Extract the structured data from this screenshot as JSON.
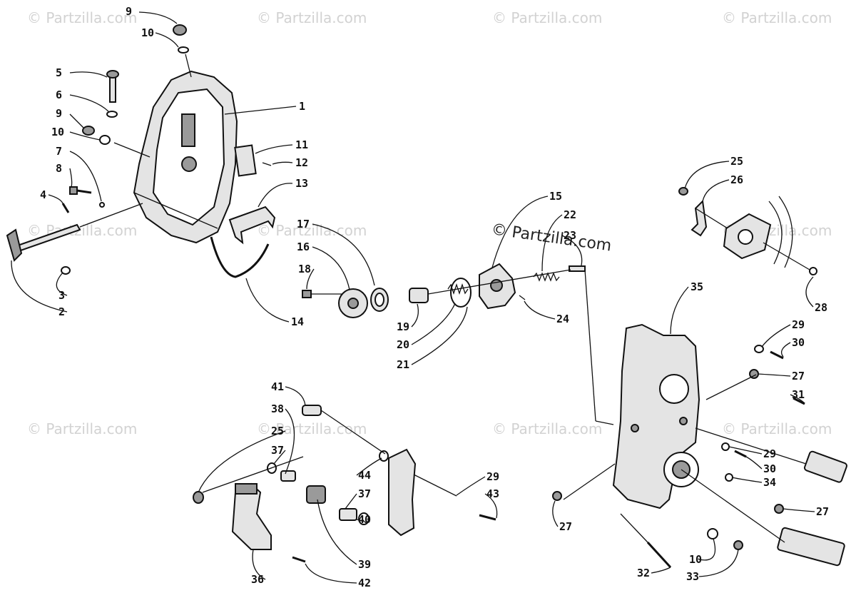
{
  "watermark": {
    "text": "© Partzilla.com",
    "center_text": "© Partzilla.com"
  },
  "labels": {
    "l1": "1",
    "l2": "2",
    "l3": "3",
    "l4": "4",
    "l5": "5",
    "l6": "6",
    "l7": "7",
    "l8": "8",
    "l9a": "9",
    "l9b": "9",
    "l10a": "10",
    "l10b": "10",
    "l10c": "10",
    "l11": "11",
    "l12": "12",
    "l13": "13",
    "l14": "14",
    "l15": "15",
    "l16": "16",
    "l17": "17",
    "l18": "18",
    "l19": "19",
    "l20": "20",
    "l21": "21",
    "l22": "22",
    "l23": "23",
    "l24": "24",
    "l25a": "25",
    "l25b": "25",
    "l26": "26",
    "l27a": "27",
    "l27b": "27",
    "l27c": "27",
    "l28": "28",
    "l29a": "29",
    "l29b": "29",
    "l29c": "29",
    "l30a": "30",
    "l30b": "30",
    "l31": "31",
    "l32": "32",
    "l33": "33",
    "l34": "34",
    "l35": "35",
    "l36": "36",
    "l37a": "37",
    "l37b": "37",
    "l38": "38",
    "l39": "39",
    "l40": "40",
    "l41": "41",
    "l42": "42",
    "l43": "43",
    "l44": "44"
  }
}
